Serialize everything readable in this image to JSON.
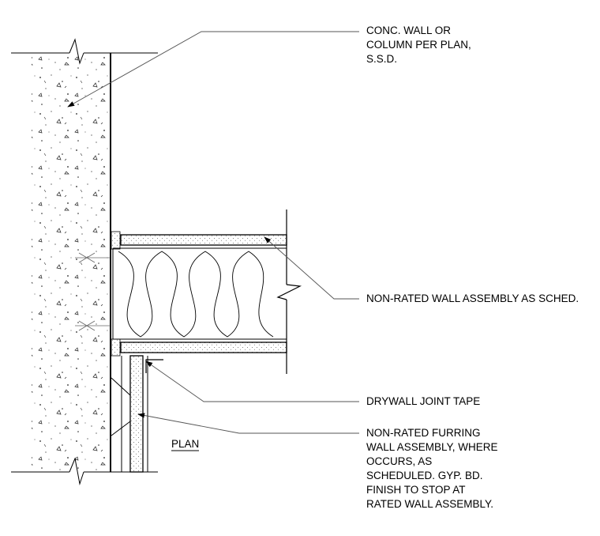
{
  "drawing": {
    "view_label": "PLAN",
    "notes": {
      "conc_wall": [
        "CONC. WALL OR",
        "COLUMN PER PLAN,",
        "S.S.D."
      ],
      "non_rated_wall": [
        "NON-RATED WALL ASSEMBLY AS SCHED."
      ],
      "joint_tape": [
        "DRYWALL JOINT TAPE"
      ],
      "furring_wall": [
        "NON-RATED FURRING",
        "WALL ASSEMBLY, WHERE",
        "OCCURS, AS",
        "SCHEDULED.  GYP. BD.",
        "FINISH TO STOP AT",
        "RATED WALL ASSEMBLY."
      ]
    }
  }
}
